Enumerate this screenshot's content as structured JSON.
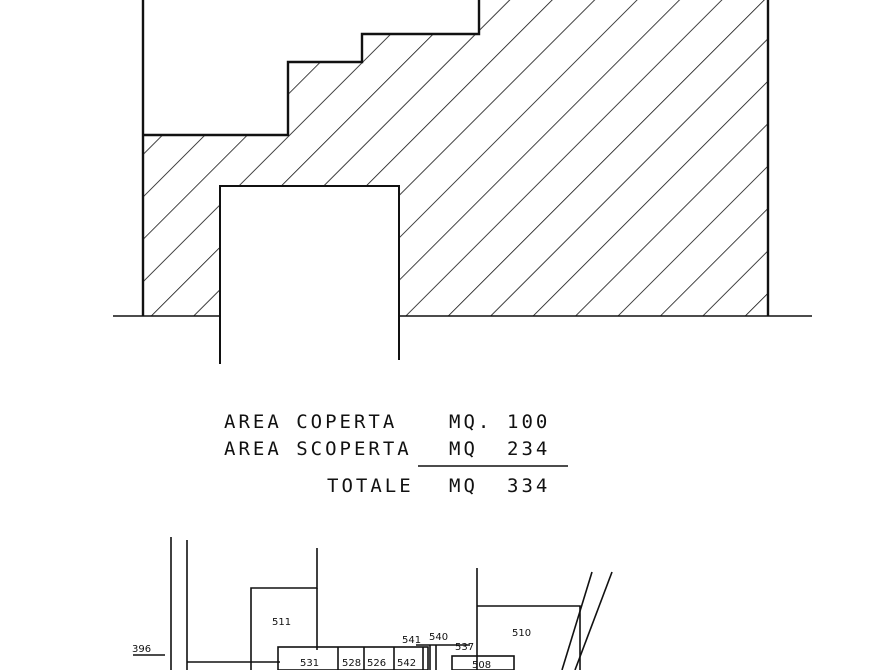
{
  "summary": {
    "covered_label": "AREA COPERTA",
    "covered_unit": "MQ.",
    "covered_value": "100",
    "uncovered_label": "AREA SCOPERTA",
    "uncovered_unit": "MQ",
    "uncovered_value": "234",
    "total_label": "TOTALE",
    "total_unit": "MQ",
    "total_value": "334"
  },
  "map": {
    "parcel_511": "511",
    "parcel_510": "510",
    "parcel_396": "396",
    "parcel_531": "531",
    "parcel_528": "528",
    "parcel_526": "526",
    "parcel_542": "542",
    "parcel_541": "541",
    "parcel_540": "540",
    "parcel_537": "537",
    "parcel_508": "508"
  },
  "colors": {
    "ink": "#111111",
    "paper": "#ffffff"
  }
}
